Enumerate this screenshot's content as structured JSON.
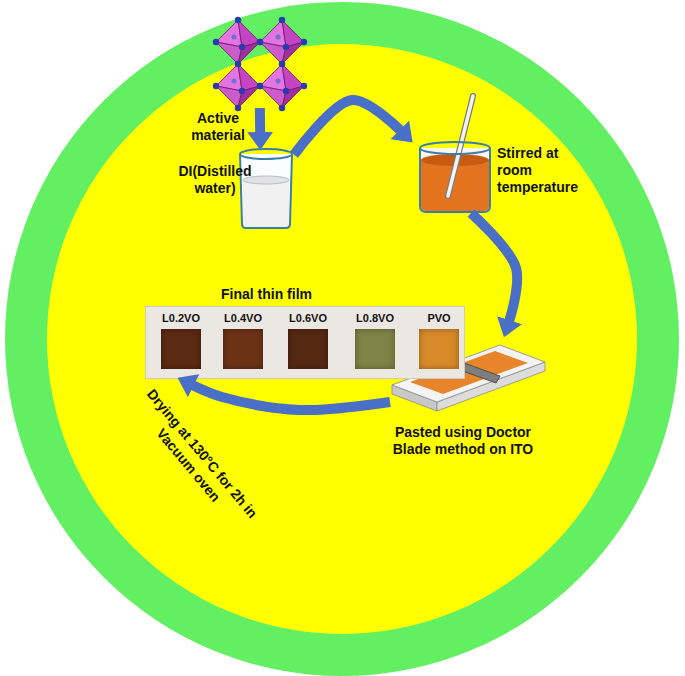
{
  "diagram": {
    "nodes": [
      {
        "text": [
          "Active material"
        ]
      },
      {
        "text": [
          "DI(Distilled water)"
        ]
      },
      {
        "text": [
          "Stirred at room temperature"
        ]
      },
      {
        "text": [
          "Pasted using Doctor Blade method on ITO"
        ]
      },
      {
        "text": [
          "Final thin film"
        ]
      },
      {
        "text": [
          "L0.2VO"
        ],
        "in": 4
      },
      {
        "text": [
          "L0.4VO"
        ],
        "in": 4
      },
      {
        "text": [
          "L0.6VO"
        ],
        "in": 4
      },
      {
        "text": [
          "L0.8VO"
        ],
        "in": 4
      },
      {
        "text": [
          "PVO"
        ],
        "in": 4
      }
    ],
    "edges": [
      {
        "from": 0,
        "to": 1,
        "arrow": "to"
      },
      {
        "from": 1,
        "to": 2,
        "arrow": "to"
      },
      {
        "from": 2,
        "to": 3,
        "arrow": "to"
      },
      {
        "from": 3,
        "to": 4,
        "arrow": "to",
        "label": "Drying at 130°C for 2h in Vacuum oven"
      }
    ]
  }
}
